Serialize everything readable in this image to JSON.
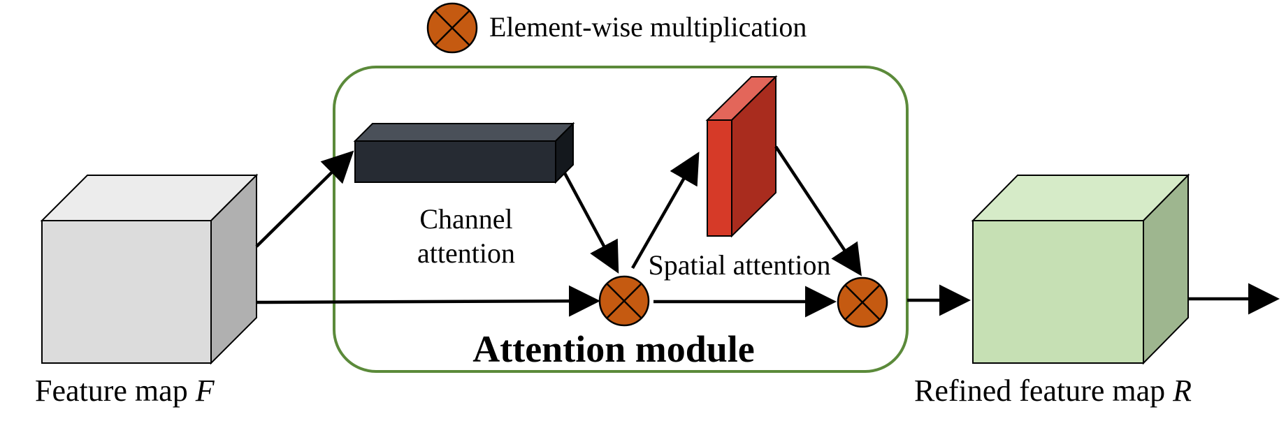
{
  "legend": {
    "symbol": "element-wise-multiplication-icon",
    "label": "Element-wise multiplication"
  },
  "input": {
    "label": "Feature map",
    "symbol": "F"
  },
  "output": {
    "label": "Refined feature map",
    "symbol": "R"
  },
  "module": {
    "title": "Attention module",
    "border_color": "#5b8a3a",
    "channel_attention": {
      "line1": "Channel",
      "line2": "attention",
      "color": "#262b33"
    },
    "spatial_attention": {
      "label": "Spatial attention",
      "color": "#d63a28"
    }
  },
  "colors": {
    "input_cube": "#dcdcdc",
    "output_cube": "#c6e0b4",
    "multiply_node": "#c55a11"
  }
}
